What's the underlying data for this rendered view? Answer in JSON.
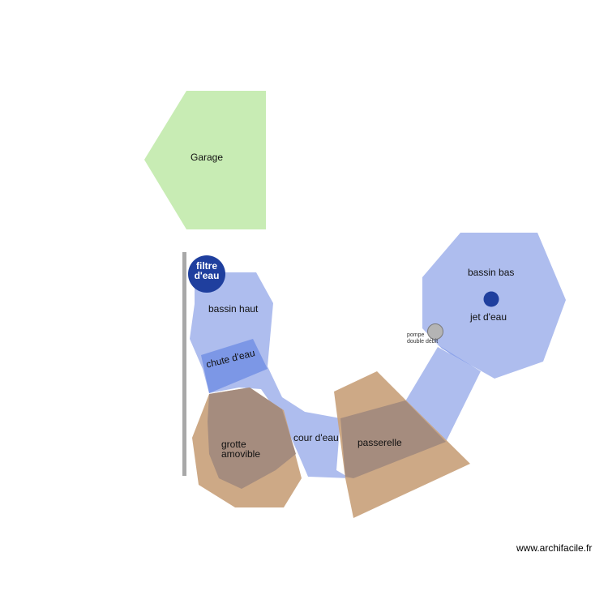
{
  "colors": {
    "garage": "#c8ecb4",
    "water": "#aebdee",
    "water_dark": "#7c97e6",
    "wood": "#c9a27c",
    "wood_over_water": "#a58c7e",
    "wall": "#a8a8a8",
    "filter": "#1f3f9e",
    "jet": "#1f3f9e",
    "pump": "#b4b4b4"
  },
  "labels": {
    "garage": "Garage",
    "filter_line1": "filtre",
    "filter_line2": "d'eau",
    "bassin_haut": "bassin haut",
    "chute": "chute d'eau",
    "grotte_line1": "grotte",
    "grotte_line2": "amovible",
    "cour_eau": "cour d'eau",
    "passerelle": "passerelle",
    "bassin_bas": "bassin bas",
    "jet": "jet d'eau",
    "pompe_line1": "pompe",
    "pompe_line2": "double débit",
    "credit": "www.archifacile.fr"
  }
}
